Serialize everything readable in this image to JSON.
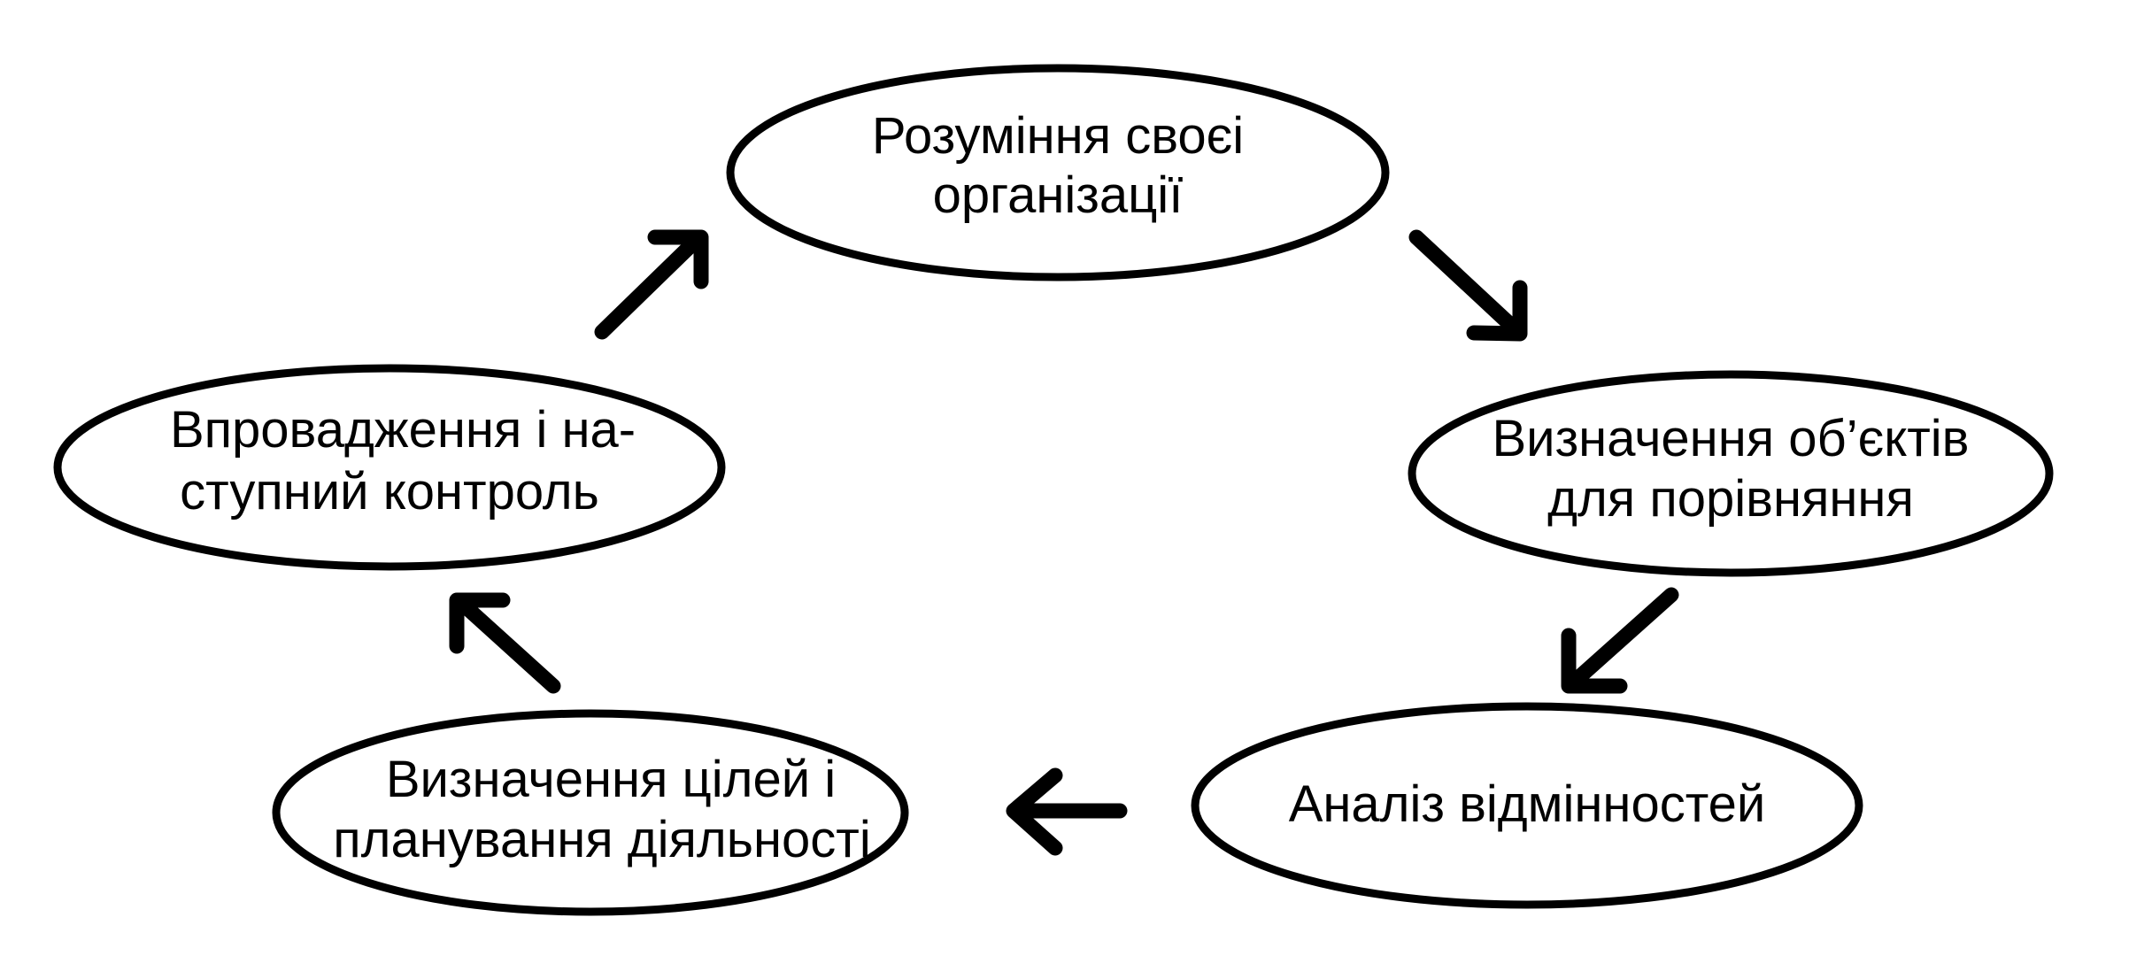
{
  "diagram": {
    "nodes": [
      {
        "id": "understanding",
        "lines": [
          "Розуміння своєі",
          "організації"
        ]
      },
      {
        "id": "comparison-objects",
        "lines": [
          "Визначення об’єктів",
          "для порівняння"
        ]
      },
      {
        "id": "difference-analysis",
        "lines": [
          "Аналіз відмінностей"
        ]
      },
      {
        "id": "goals-planning",
        "lines": [
          "Визначення цілей і",
          "планування діяльності"
        ]
      },
      {
        "id": "implementation-control",
        "lines": [
          "Впровадження і на-",
          "ступний контроль"
        ]
      }
    ],
    "edges": [
      {
        "from": "understanding",
        "to": "comparison-objects"
      },
      {
        "from": "comparison-objects",
        "to": "difference-analysis"
      },
      {
        "from": "difference-analysis",
        "to": "goals-planning"
      },
      {
        "from": "goals-planning",
        "to": "implementation-control"
      },
      {
        "from": "implementation-control",
        "to": "understanding"
      }
    ]
  }
}
